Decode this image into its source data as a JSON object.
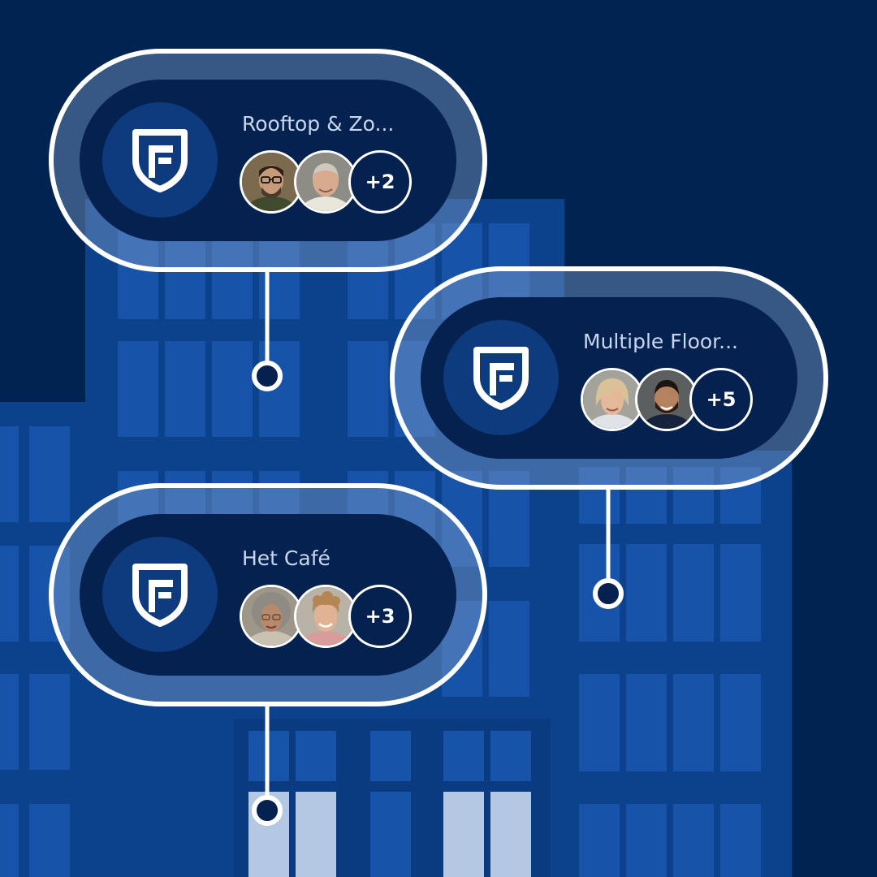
{
  "colors": {
    "background": "#012352",
    "building": "#0c428c",
    "window": "#1753a8",
    "pill_inner": "#05214f",
    "logo_circle": "#0d3b7d",
    "white": "#ffffff"
  },
  "cards": [
    {
      "title": "Rooftop & Zo...",
      "icon": "shield-f-logo-icon",
      "avatars": [
        "man-glasses-beard-avatar",
        "older-man-bald-avatar"
      ],
      "more_count": "+2"
    },
    {
      "title": "Multiple Floor...",
      "icon": "shield-f-logo-icon",
      "avatars": [
        "woman-blonde-avatar",
        "man-beard-smiling-avatar"
      ],
      "more_count": "+5"
    },
    {
      "title": "Het Café",
      "icon": "shield-f-logo-icon",
      "avatars": [
        "woman-grey-curly-avatar",
        "young-man-curly-avatar"
      ],
      "more_count": "+3"
    }
  ]
}
